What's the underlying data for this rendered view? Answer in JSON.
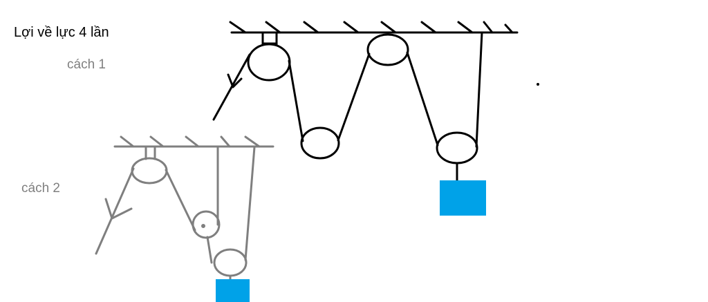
{
  "title": "Lợi về lực 4 lần",
  "method_1": {
    "label": "cách 1",
    "stroke_color": "#000000",
    "block_color": "#00a2e8"
  },
  "method_2": {
    "label": "cách 2",
    "stroke_color": "#7f7f7f",
    "block_color": "#00a2e8"
  }
}
